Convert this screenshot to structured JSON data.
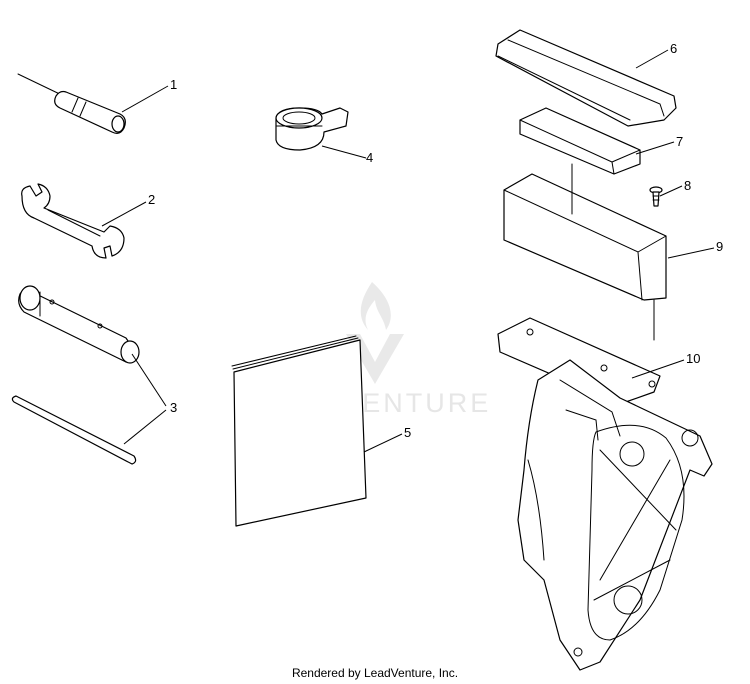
{
  "diagram": {
    "callouts": [
      "1",
      "2",
      "3",
      "4",
      "5",
      "6",
      "7",
      "8",
      "9",
      "10"
    ],
    "watermark": "LEADVENTURE",
    "footer": "Rendered by LeadVenture, Inc."
  }
}
